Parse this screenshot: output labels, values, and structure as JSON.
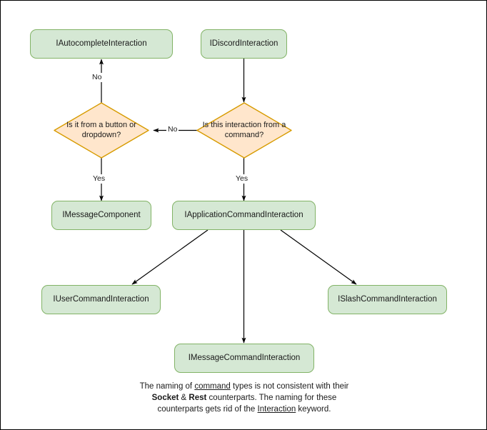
{
  "diagram": {
    "title": "Discord interaction type hierarchy flowchart",
    "colors": {
      "process_fill": "#d5e8d4",
      "process_stroke": "#82b366",
      "decision_fill": "#ffe6cc",
      "decision_stroke": "#d79b00",
      "edge_stroke": "#000000",
      "text": "#1a1a1a",
      "frame": "#000000",
      "background": "#ffffff"
    },
    "nodes": [
      {
        "id": "autocomplete",
        "type": "process",
        "label": "IAutocompleteInteraction"
      },
      {
        "id": "discord",
        "type": "process",
        "label": "IDiscordInteraction"
      },
      {
        "id": "button_q",
        "type": "decision",
        "label": "Is it from a button or dropdown?"
      },
      {
        "id": "command_q",
        "type": "decision",
        "label": "Is this interaction from a command?"
      },
      {
        "id": "messagecomp",
        "type": "process",
        "label": "IMessageComponent"
      },
      {
        "id": "appcommand",
        "type": "process",
        "label": "IApplicationCommandInteraction"
      },
      {
        "id": "usercommand",
        "type": "process",
        "label": "IUserCommandInteraction"
      },
      {
        "id": "slashcommand",
        "type": "process",
        "label": "ISlashCommandInteraction"
      },
      {
        "id": "msgcommand",
        "type": "process",
        "label": "IMessageCommandInteraction"
      }
    ],
    "edges": [
      {
        "from": "discord",
        "to": "command_q",
        "label": ""
      },
      {
        "from": "command_q",
        "to": "button_q",
        "label": "No"
      },
      {
        "from": "button_q",
        "to": "autocomplete",
        "label": "No"
      },
      {
        "from": "button_q",
        "to": "messagecomp",
        "label": "Yes"
      },
      {
        "from": "command_q",
        "to": "appcommand",
        "label": "Yes"
      },
      {
        "from": "appcommand",
        "to": "usercommand",
        "label": ""
      },
      {
        "from": "appcommand",
        "to": "msgcommand",
        "label": ""
      },
      {
        "from": "appcommand",
        "to": "slashcommand",
        "label": ""
      }
    ],
    "edge_labels": {
      "no_up": "No",
      "no_left": "No",
      "yes_left": "Yes",
      "yes_right": "Yes"
    },
    "caption": {
      "line1_a": "The naming of ",
      "line1_u": "command",
      "line1_b": " types is not consistent with their",
      "line2_a": "Socket",
      "line2_amp": " & ",
      "line2_b": "Rest",
      "line2_c": " counterparts. The naming for these",
      "line3_a": "counterparts gets rid of the ",
      "line3_u": "Interaction",
      "line3_b": " keyword."
    }
  }
}
